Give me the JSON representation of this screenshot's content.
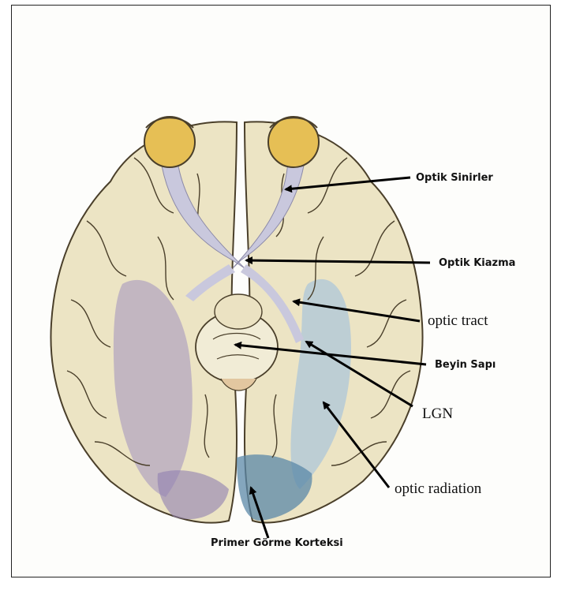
{
  "labels": {
    "optic_nerves": "Optik Sinirler",
    "optic_chiasm": "Optik Kiazma",
    "optic_tract": "optic tract",
    "brain_stem": "Beyin Sapı",
    "lgn": "LGN",
    "optic_radiation": "optic radiation",
    "primary_visual_cortex": "Primer Görme Korteksi"
  },
  "colors": {
    "brain_tissue": "#ece4c4",
    "sulci_lines": "#4a3f2a",
    "eye_yellow": "#e6bf55",
    "optic_pathway": "#c9c8dd",
    "radiation_blue": "#a9c4dc",
    "cortex_blue": "#5b88a8",
    "left_radiation_purple": "#a08fc0",
    "arrow": "#000000"
  }
}
